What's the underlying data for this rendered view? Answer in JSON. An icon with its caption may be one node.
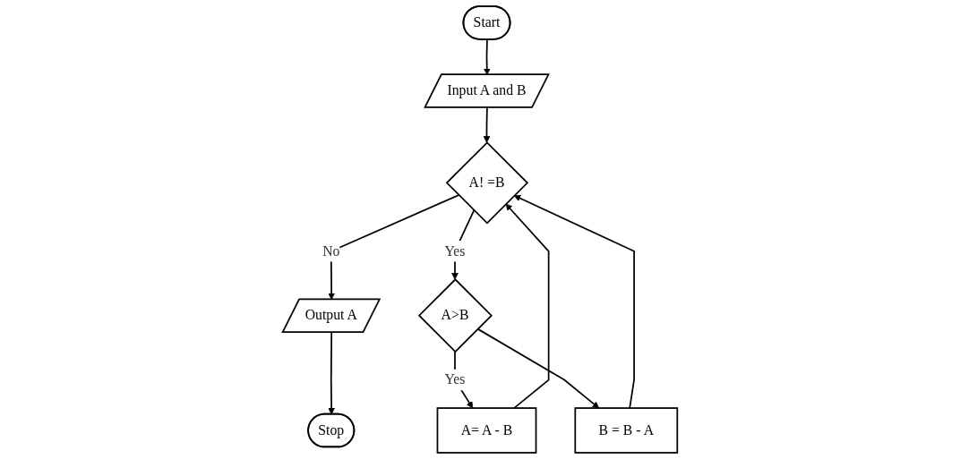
{
  "diagram": {
    "nodes": [
      {
        "text": [
          "Start"
        ]
      },
      {
        "text": [
          "Input A and B"
        ]
      },
      {
        "text": [
          "A! =B"
        ]
      },
      {
        "text": [
          "A>B"
        ]
      },
      {
        "text": [
          "Output A"
        ]
      },
      {
        "text": [
          "A= A - B"
        ]
      },
      {
        "text": [
          "Stop"
        ]
      },
      {
        "text": [
          "B = B - A"
        ]
      }
    ],
    "edges": [
      {
        "from": 0,
        "to": 1,
        "arrow": "to"
      },
      {
        "from": 1,
        "to": 2,
        "arrow": "to"
      },
      {
        "from": 2,
        "to": 4,
        "arrow": "to",
        "label": "No"
      },
      {
        "from": 2,
        "to": 3,
        "arrow": "to",
        "label": "Yes"
      },
      {
        "from": 3,
        "to": 5,
        "arrow": "to",
        "label": "Yes"
      },
      {
        "from": 3,
        "to": 7,
        "arrow": "to"
      },
      {
        "from": 5,
        "to": 2,
        "arrow": "to"
      },
      {
        "from": 7,
        "to": 2,
        "arrow": "to"
      },
      {
        "from": 4,
        "to": 6,
        "arrow": "to"
      }
    ]
  }
}
